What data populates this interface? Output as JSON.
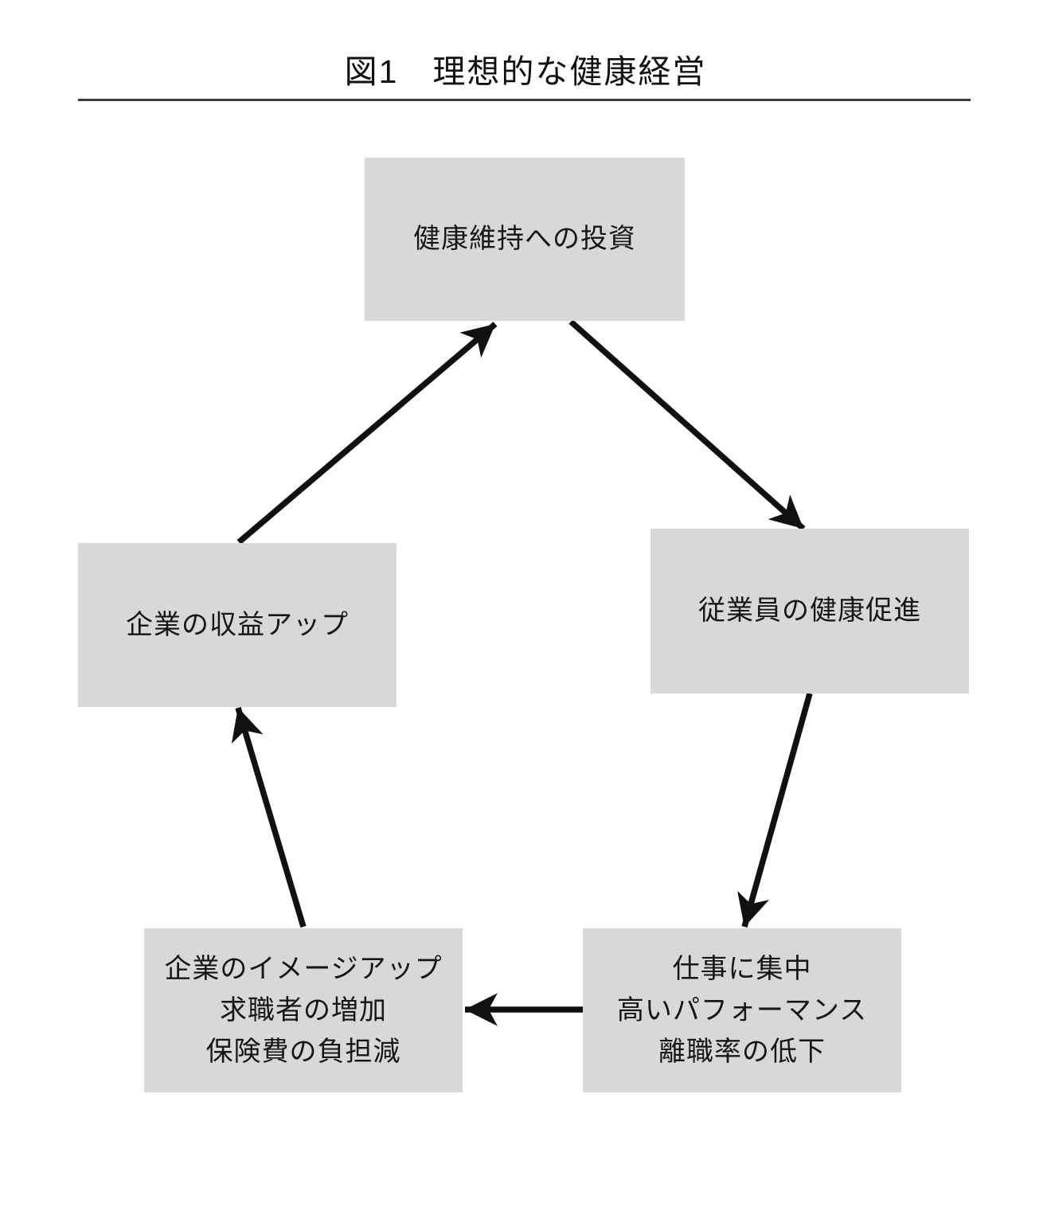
{
  "title": "図1　理想的な健康経営",
  "colors": {
    "background": "#ffffff",
    "box_fill": "#d8d8d8",
    "arrow": "#111111",
    "text": "#161616",
    "divider": "#3e3e3e"
  },
  "nodes": {
    "investment": {
      "lines": [
        "健康維持への投資"
      ]
    },
    "promotion": {
      "lines": [
        "従業員の健康促進"
      ]
    },
    "profit": {
      "lines": [
        "企業の収益アップ"
      ]
    },
    "image": {
      "lines": [
        "企業のイメージアップ",
        "求職者の増加",
        "保険費の負担減"
      ]
    },
    "performance": {
      "lines": [
        "仕事に集中",
        "高いパフォーマンス",
        "離職率の低下"
      ]
    }
  },
  "edges": [
    {
      "from": "profit",
      "to": "investment"
    },
    {
      "from": "investment",
      "to": "promotion"
    },
    {
      "from": "promotion",
      "to": "performance"
    },
    {
      "from": "performance",
      "to": "image"
    },
    {
      "from": "image",
      "to": "profit"
    }
  ]
}
